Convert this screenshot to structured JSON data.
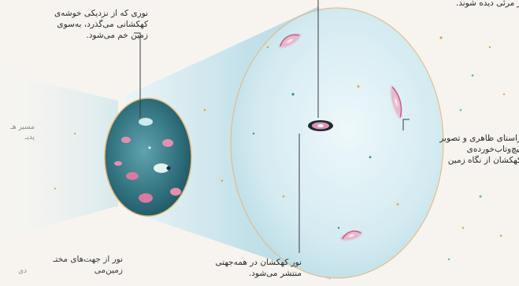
{
  "labels": {
    "lensing_note": "نوری که از نزدیکی خوشه‌ی\nکهکشانی می‌گذرد، به‌سوی\nزمین خم می‌شود.",
    "top_note": "نور مرئی دیده شوند.",
    "twisted_note": "راستای ظاهری و تصویر\nپیچ‌وتاب‌خورده‌ی\nکهکشان از نگاه زمین",
    "spread_note": "نور کهکشان در همه‌جهتی\nمنتشر می‌شود.",
    "directions_note": "نور از جهت‌های مختـ\nزمین‌می",
    "edge_top_note": "مسیر هـ\nپدیـ",
    "edge_bottom_note": "دی"
  },
  "colors": {
    "background": "#f7f4ef",
    "cone": "#bfe0ea",
    "sphere": "#d9eef3",
    "cluster": "#2f6f7c",
    "galaxy": "#d97aa0",
    "leader": "#3a3a3a",
    "ring": "#e3b67c"
  }
}
